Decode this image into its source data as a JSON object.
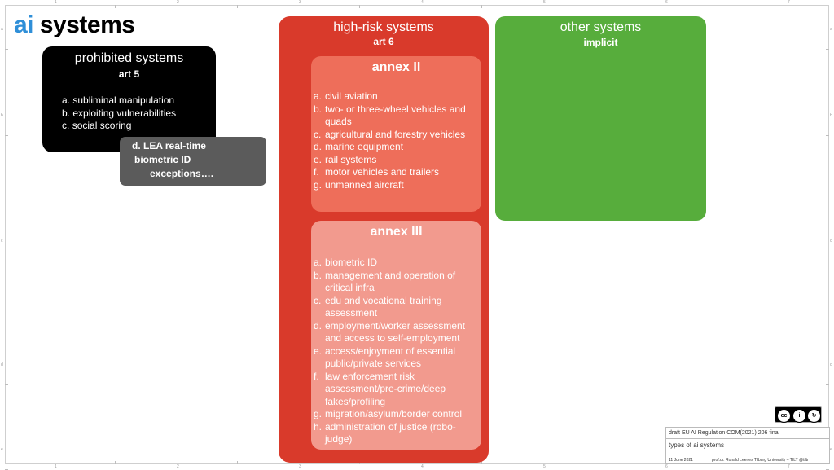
{
  "title": {
    "prefix": "ai",
    "rest": " systems"
  },
  "prohibited": {
    "heading": "prohibited systems",
    "article": "art 5",
    "items": [
      {
        "marker": "a.",
        "text": "subliminal manipulation"
      },
      {
        "marker": "b.",
        "text": "exploiting vulnerabilities"
      },
      {
        "marker": "c.",
        "text": "social scoring"
      }
    ],
    "extra": {
      "line1": "d. LEA real-time",
      "line2": "biometric ID",
      "line3": "exceptions…."
    }
  },
  "high_risk": {
    "heading": "high-risk systems",
    "article": "art 6",
    "annex2": {
      "heading": "annex II",
      "items": [
        {
          "marker": "a.",
          "text": "civil aviation"
        },
        {
          "marker": "b.",
          "text": "two- or three-wheel vehicles and quads"
        },
        {
          "marker": "c.",
          "text": "agricultural and forestry vehicles"
        },
        {
          "marker": "d.",
          "text": "marine equipment"
        },
        {
          "marker": "e.",
          "text": "rail systems"
        },
        {
          "marker": "f.",
          "text": "motor vehicles and trailers"
        },
        {
          "marker": "g.",
          "text": "unmanned aircraft"
        }
      ]
    },
    "annex3": {
      "heading": "annex III",
      "items": [
        {
          "marker": "a.",
          "text": "biometric ID"
        },
        {
          "marker": "b.",
          "text": "management and operation of critical infra"
        },
        {
          "marker": "c.",
          "text": "edu and vocational training assessment"
        },
        {
          "marker": "d.",
          "text": "employment/worker assessment and access to self-employment"
        },
        {
          "marker": "e.",
          "text": "access/enjoyment of essential public/private services"
        },
        {
          "marker": "f.",
          "text": "law enforcement risk assessment/pre-crime/deep fakes/profiling"
        },
        {
          "marker": "g.",
          "text": "migration/asylum/border control"
        },
        {
          "marker": "h.",
          "text": "administration of justice (robo-judge)"
        }
      ]
    }
  },
  "other": {
    "heading": "other systems",
    "subheading": "implicit"
  },
  "license": {
    "cc": "cc",
    "by": "i",
    "sa": "↻",
    "by_label": "BY",
    "sa_label": "SA"
  },
  "footer": {
    "doc": "draft EU AI Regulation COM(2021) 206 final",
    "slide_title": "types of ai systems",
    "date": "11 June 2021",
    "author": "prof.dr. Ronald Leenes  Tilburg University – TILT @tiltr"
  },
  "ruler": {
    "top": [
      "1",
      "2",
      "3",
      "4",
      "5",
      "6",
      "7"
    ],
    "left": [
      "a",
      "b",
      "c",
      "d",
      "e"
    ]
  },
  "colors": {
    "ai_blue": "#2f8fd8",
    "prohibited": "#000000",
    "lea": "#5b5b5b",
    "high_risk": "#d93a2b",
    "annex2": "#ee6e5a",
    "annex3": "#f29a8e",
    "other": "#57ad3c"
  }
}
